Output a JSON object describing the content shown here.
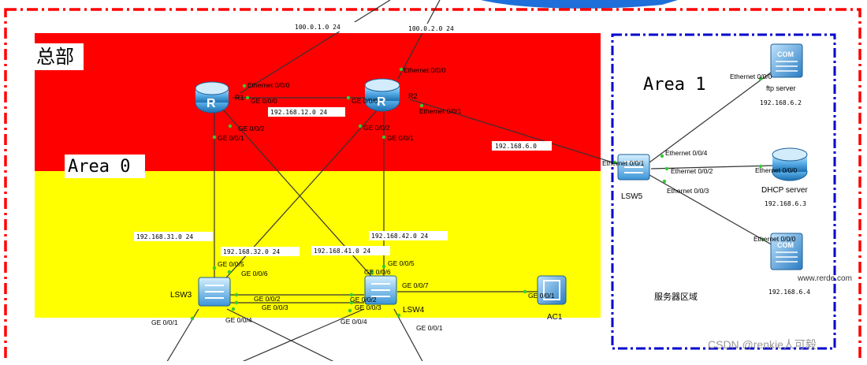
{
  "zones": {
    "hq_label": "总部",
    "area0_label": "Area 0",
    "area1_label": "Area 1",
    "server_zone_label": "服务器区域"
  },
  "top_links": {
    "link1_subnet": "100.0.1.0 24",
    "link2_subnet": "100.0.2.0 24"
  },
  "devices": {
    "r1": {
      "glyph": "R",
      "label": "R1"
    },
    "r2": {
      "glyph": "R",
      "label": "R2"
    },
    "lsw3": {
      "label": "LSW3"
    },
    "lsw4": {
      "label": "LSW4"
    },
    "lsw5": {
      "label": "LSW5"
    },
    "ac1": {
      "label": "AC1"
    },
    "ftp": {
      "label": "ftp server",
      "ip": "192.168.6.2",
      "badge": "COM"
    },
    "dhcp": {
      "label": "DHCP server",
      "ip": "192.168.6.3"
    },
    "server4": {
      "ip": "192.168.6.4",
      "badge": "COM"
    }
  },
  "subnets": {
    "r1_r2": "192.168.12.0 24",
    "r2_lsw5": "192.168.6.0",
    "r1_lsw3": "192.168.31.0 24",
    "r2_lsw3": "192.168.32.0 24",
    "r1_lsw4": "192.168.41.0 24",
    "r2_lsw4": "192.168.42.0 24"
  },
  "ports": {
    "r1_e000": "Ethernet 0/0/0",
    "r1_ge000": "GE 0/0/0",
    "r1_ge002": "GE 0/0/2",
    "r1_ge001": "GE 0/0/1",
    "r2_e000": "Ethernet 0/0/0",
    "r2_ge000": "GE 0/0/0",
    "r2_e001": "Ethernet 0/0/1",
    "r2_ge002": "GE 0/0/2",
    "r2_ge001": "GE 0/0/1",
    "lsw5_e001": "Ethernet 0/0/1",
    "lsw5_e004": "Ethernet 0/0/4",
    "lsw5_e002": "Ethernet 0/0/2",
    "lsw5_e003": "Ethernet 0/0/3",
    "ftp_e000": "Ethernet 0/0/0",
    "dhcp_e000": "Ethernet 0/0/0",
    "srv4_e000": "Ethernet 0/0/0",
    "lsw3_ge005": "GE 0/0/5",
    "lsw3_ge006": "GE 0/0/6",
    "lsw3_ge002": "GE 0/0/2",
    "lsw3_ge003": "GE 0/0/3",
    "lsw3_ge001": "GE 0/0/1",
    "lsw3_ge004": "GE 0/0/4",
    "lsw4_ge005": "GE 0/0/5",
    "lsw4_ge006": "GE 0/0/6",
    "lsw4_ge007": "GE 0/0/7",
    "lsw4_ge002": "GE 0/0/2",
    "lsw4_ge003": "GE 0/0/3",
    "lsw4_ge004": "GE 0/0/4",
    "lsw4_ge001": "GE 0/0/1",
    "ac1_ge001": "GE 0/0/1"
  },
  "watermarks": {
    "site": "www.rerde.com",
    "csdn": "CSDN @renkie人可毅"
  },
  "colors": {
    "hq_fill": "#ff0000",
    "area0_fill": "#ffff00",
    "outer_border": "#ff0000",
    "area1_border": "#0000cc",
    "cable": "#333333",
    "port_dot": "#33cc33",
    "device_blue": "#2f8fd6"
  }
}
